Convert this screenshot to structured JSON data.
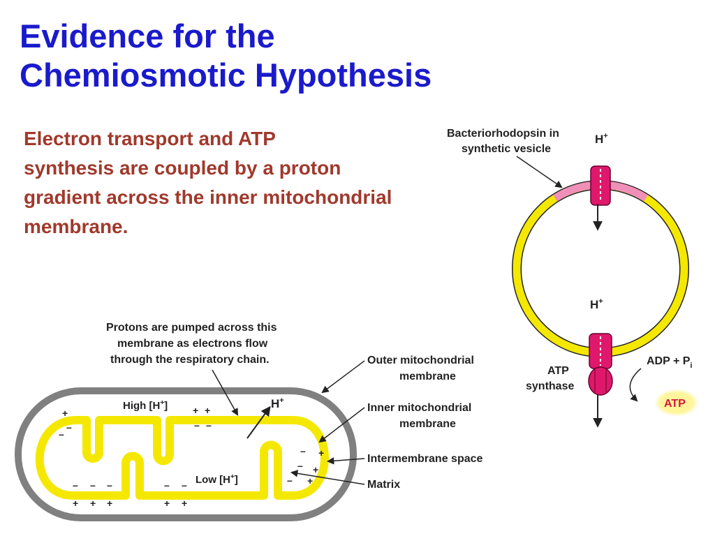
{
  "title": {
    "line1": "Evidence for the",
    "line2": "Chemiosmotic Hypothesis"
  },
  "body": {
    "lines": [
      "Electron transport and ATP",
      "synthesis are coupled by a proton",
      "gradient across the inner mitochondrial",
      "membrane."
    ]
  },
  "vesicle": {
    "label_line1": "Bacteriorhodopsin in",
    "label_line2": "synthetic vesicle",
    "proton_top": "H",
    "proton_top_sup": "+",
    "proton_mid": "H",
    "proton_mid_sup": "+",
    "synthase_line1": "ATP",
    "synthase_line2": "synthase",
    "adp": "ADP + P",
    "adp_sub": "i",
    "atp": "ATP"
  },
  "mito": {
    "callout_line1": "Protons are pumped across this",
    "callout_line2": "membrane as electrons flow",
    "callout_line3": "through the respiratory chain.",
    "high": "High [H",
    "high_sup": "+",
    "high_close": "]",
    "low": "Low [H",
    "low_sup": "+",
    "low_close": "]",
    "proton": "H",
    "proton_sup": "+",
    "outer_line1": "Outer mitochondrial",
    "outer_line2": "membrane",
    "inner_line1": "Inner mitochondrial",
    "inner_line2": "membrane",
    "intermembrane": "Intermembrane space",
    "matrix": "Matrix",
    "plus": "+",
    "minus": "–"
  },
  "colors": {
    "title": "#1a1acc",
    "body": "#a0392c",
    "membrane_yellow": "#f5e800",
    "bacteriorhodopsin_pink": "#f08fb8",
    "protein_magenta": "#e0186b",
    "outer_membrane_gray": "#808080",
    "atp_glow": "#fff59a"
  }
}
